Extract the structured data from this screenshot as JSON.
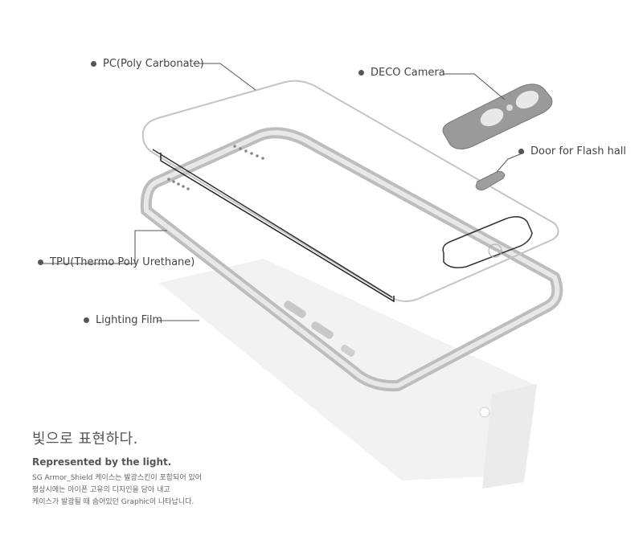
{
  "labels": {
    "pc": "PC(Poly Carbonate)",
    "deco_camera": "DECO Camera",
    "door_flash": "Door for Flash hall",
    "tpu": "TPU(Thermo Poly Urethane)",
    "lighting_film": "Lighting Film"
  },
  "copy": {
    "heading_ko": "빛으로 표현하다.",
    "subheading": "Represented by the light.",
    "lines": [
      "SG Armor_Shield 케이스는 발광스킨이 포함되어 있어",
      "평상시에는 아이폰 고유의 디자인을 담아 내고",
      "케이스가 발광될 때 숨어있던 Graphic이 나타납니다."
    ]
  },
  "colors": {
    "leader_line": "#555555",
    "frame_gray": "#b8b8b8",
    "metal": "#9a9a9a",
    "film": "#f0f0f0"
  }
}
